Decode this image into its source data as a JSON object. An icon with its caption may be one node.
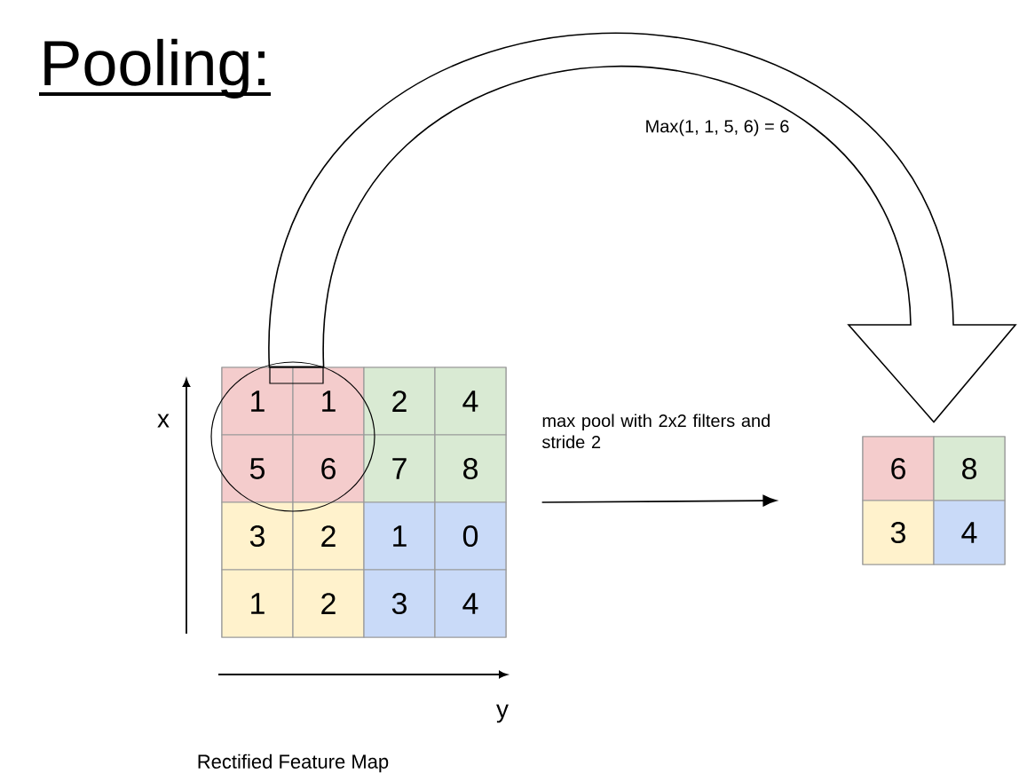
{
  "diagram": {
    "title": "Pooling:",
    "nodes": [
      {
        "text": [],
        "shape": "box"
      },
      {
        "text": [
          "1"
        ],
        "in": 0
      },
      {
        "text": [
          "1"
        ],
        "in": 0
      },
      {
        "text": [
          "2"
        ],
        "in": 0
      },
      {
        "text": [
          "4"
        ],
        "in": 0
      },
      {
        "text": [
          "5"
        ],
        "in": 0
      },
      {
        "text": [
          "6"
        ],
        "in": 0
      },
      {
        "text": [
          "7"
        ],
        "in": 0
      },
      {
        "text": [
          "8"
        ],
        "in": 0
      },
      {
        "text": [
          "3"
        ],
        "in": 0
      },
      {
        "text": [
          "2"
        ],
        "in": 0
      },
      {
        "text": [
          "1"
        ],
        "in": 0
      },
      {
        "text": [
          "0"
        ],
        "in": 0
      },
      {
        "text": [
          "1"
        ],
        "in": 0
      },
      {
        "text": [
          "2"
        ],
        "in": 0
      },
      {
        "text": [
          "3"
        ],
        "in": 0
      },
      {
        "text": [
          "4"
        ],
        "in": 0
      },
      {
        "text": [],
        "shape": "box"
      },
      {
        "text": [
          "6"
        ],
        "in": 17
      },
      {
        "text": [
          "8"
        ],
        "in": 17
      },
      {
        "text": [
          "3"
        ],
        "in": 17
      },
      {
        "text": [
          "4"
        ],
        "in": 17
      },
      {
        "text": [],
        "shape": "box",
        "in": 0
      }
    ],
    "edges": [
      {
        "from": 22,
        "to": 17,
        "arrow": "to",
        "style": "thick"
      },
      {
        "from": 0,
        "to": 17,
        "arrow": "to",
        "label": "max pool with 2x2 filters and stride 2"
      }
    ],
    "labels": [
      "Max(1, 1, 5, 6) = 6",
      "x",
      "y",
      "Rectified Feature Map"
    ]
  }
}
